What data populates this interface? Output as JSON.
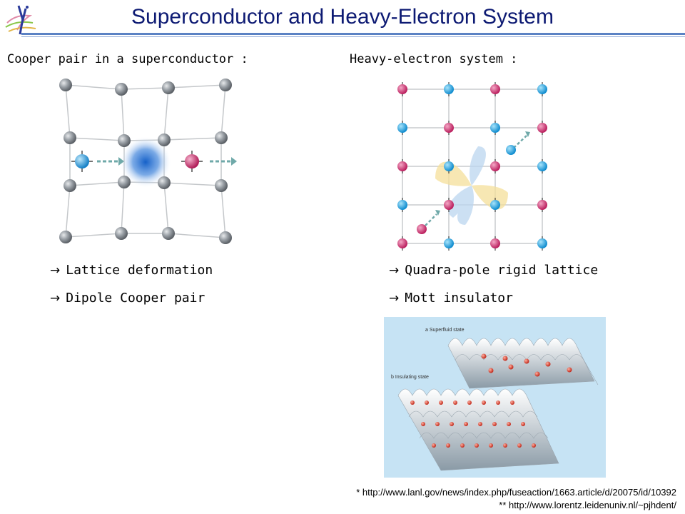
{
  "title": "Superconductor and Heavy-Electron System",
  "left": {
    "heading": "Cooper pair in a superconductor :",
    "bullets": [
      "Lattice deformation",
      "Dipole Cooper pair"
    ]
  },
  "right": {
    "heading": "Heavy-electron system :",
    "bullets": [
      "Quadra-pole rigid lattice",
      "Mott insulator"
    ]
  },
  "figure": {
    "label_a": "a  Superfluid state",
    "label_b": "b  Insulating state"
  },
  "references": [
    "* http://www.lanl.gov/news/index.php/fuseaction/1663.article/d/20075/id/10392",
    "** http://www.lorentz.leidenuniv.nl/~pjhdent/"
  ],
  "colors": {
    "title": "#0d1a73",
    "rule": "#5b82c4",
    "spin_red": "#c8306a",
    "spin_blue": "#1c9ad6",
    "atom_gray": "#8a8f94",
    "photo_bg": "#c6e3f4"
  },
  "icons": {
    "bullet": "right-arrow-icon",
    "logo": "institute-logo-icon"
  }
}
